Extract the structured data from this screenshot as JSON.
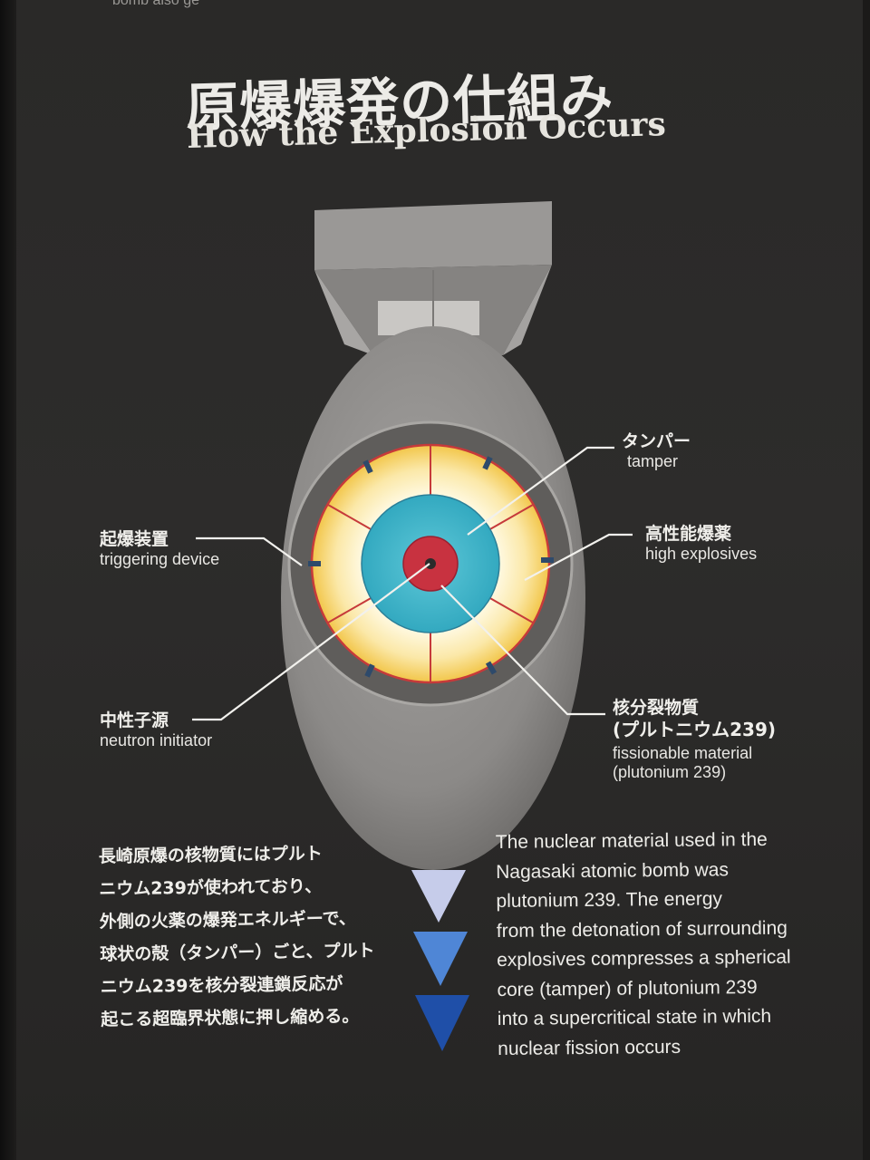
{
  "header": {
    "cut_text": "bomb also ge",
    "title_jp": "原爆爆発の仕組み",
    "title_en": "How the Explosion Occurs"
  },
  "labels": {
    "tamper": {
      "jp": "タンパー",
      "en": "tamper"
    },
    "high_explosives": {
      "jp": "高性能爆薬",
      "en": "high explosives"
    },
    "triggering_device": {
      "jp": "起爆装置",
      "en": "triggering device"
    },
    "neutron_initiator": {
      "jp": "中性子源",
      "en": "neutron initiator"
    },
    "fissionable": {
      "jp1": "核分裂物質",
      "jp2": "(プルトニウム239)",
      "en1": "fissionable material",
      "en2": "(plutonium 239)"
    }
  },
  "description": {
    "jp_lines": [
      "長崎原爆の核物質にはプルト",
      "ニウム239が使われており、",
      "外側の火薬の爆発エネルギーで、",
      "球状の殻（タンパー）ごと、プルト",
      "ニウム239を核分裂連鎖反応が",
      "起こる超臨界状態に押し縮める。"
    ],
    "en_lines": [
      "The nuclear material used in the",
      "Nagasaki atomic bomb was",
      "plutonium 239. The energy",
      "from the detonation of surrounding",
      "explosives compresses a spherical",
      "core (tamper) of plutonium 239",
      "into a supercritical state in which",
      "nuclear fission occurs"
    ]
  },
  "colors": {
    "background": "#2c2b2a",
    "bomb_body": "#8f8d8b",
    "explosive_yellow": "#f6d56a",
    "tamper_blue": "#3fb3c8",
    "core_red": "#c93340",
    "arrow_light": "#c6ccea",
    "arrow_mid": "#4f86d6",
    "arrow_dark": "#1f4fa8"
  }
}
